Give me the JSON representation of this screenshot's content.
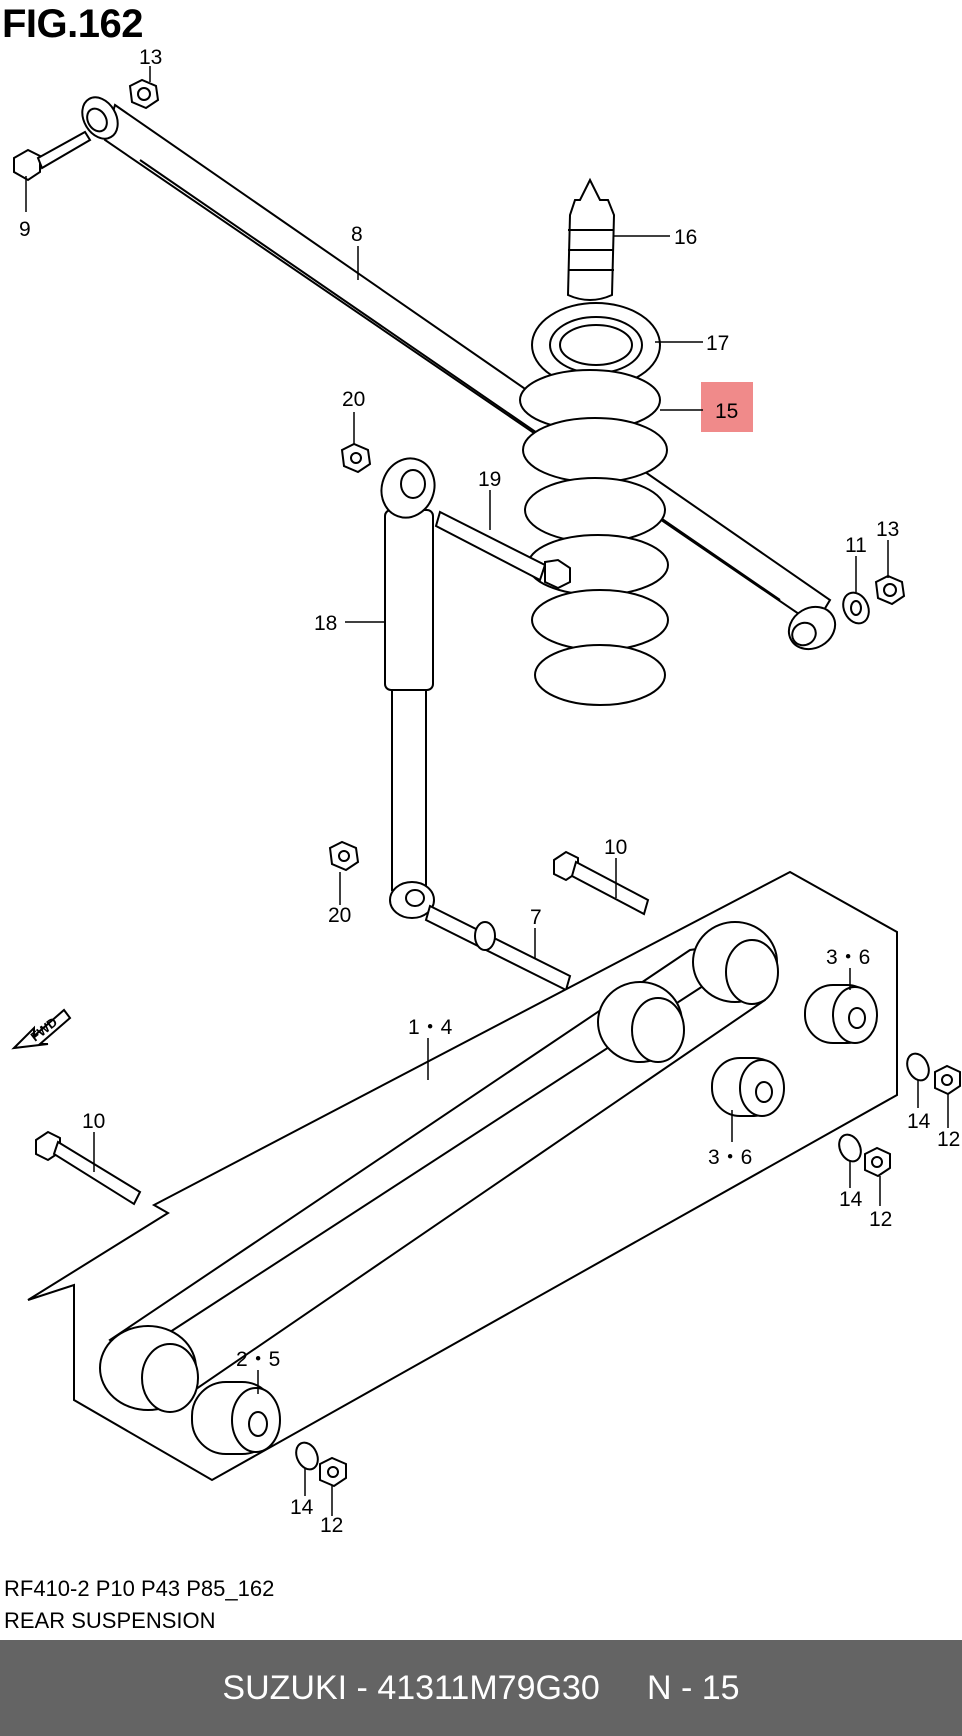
{
  "figure": {
    "title": "FIG.162"
  },
  "callouts": [
    {
      "id": "c13a",
      "label": "13"
    },
    {
      "id": "c9",
      "label": "9"
    },
    {
      "id": "c8",
      "label": "8"
    },
    {
      "id": "c16",
      "label": "16"
    },
    {
      "id": "c17",
      "label": "17"
    },
    {
      "id": "c15",
      "label": "15",
      "highlighted": true
    },
    {
      "id": "c20a",
      "label": "20"
    },
    {
      "id": "c19",
      "label": "19"
    },
    {
      "id": "c11",
      "label": "11"
    },
    {
      "id": "c13b",
      "label": "13"
    },
    {
      "id": "c18",
      "label": "18"
    },
    {
      "id": "c10a",
      "label": "10"
    },
    {
      "id": "c20b",
      "label": "20"
    },
    {
      "id": "c7",
      "label": "7"
    },
    {
      "id": "c36a",
      "label": "3・6"
    },
    {
      "id": "c14",
      "label": "1・4"
    },
    {
      "id": "c10b",
      "label": "10"
    },
    {
      "id": "c14a",
      "label": "14"
    },
    {
      "id": "c12a",
      "label": "12"
    },
    {
      "id": "c36b",
      "label": "3・6"
    },
    {
      "id": "c14b",
      "label": "14"
    },
    {
      "id": "c12b",
      "label": "12"
    },
    {
      "id": "c25",
      "label": "2・5"
    },
    {
      "id": "c14c",
      "label": "14"
    },
    {
      "id": "c12c",
      "label": "12"
    }
  ],
  "fwd_label": "FWD",
  "highlight_color": "#f08a8a",
  "caption": {
    "code": "RF410-2 P10 P43 P85_162",
    "description": "REAR SUSPENSION"
  },
  "footer": {
    "text": "SUZUKI - 41311M79G30     N - 15",
    "background": "#646464"
  }
}
